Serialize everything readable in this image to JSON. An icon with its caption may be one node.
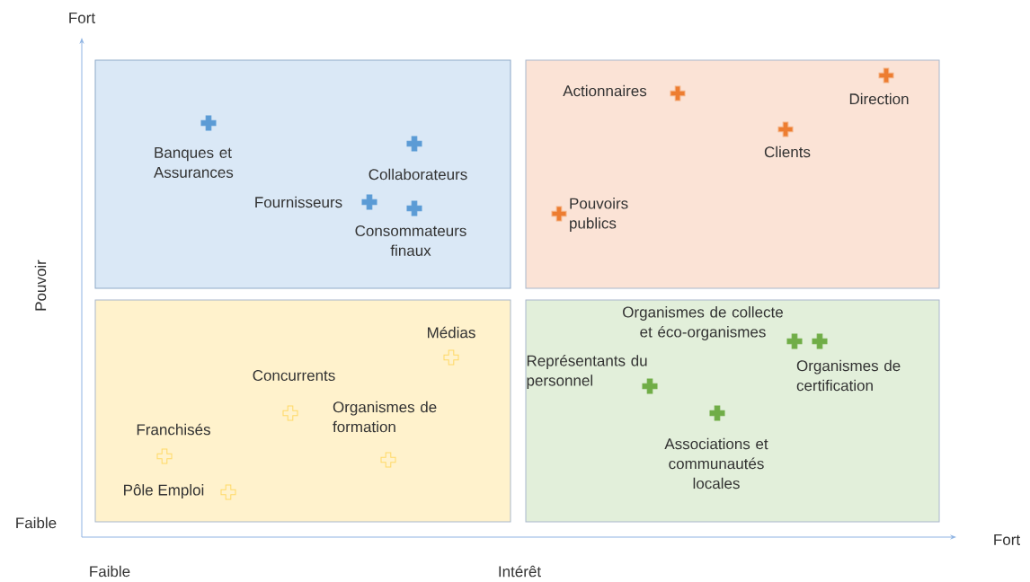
{
  "diagram": {
    "labels": [
      "Fort",
      "Banques et Assurances",
      "Collaborateurs",
      "Fournisseurs",
      "Consommateurs finaux",
      "Actionnaires",
      "Direction",
      "Clients",
      "Pouvoirs publics",
      "Pouvoir",
      "Organismes de collecte et éco-organismes",
      "Médias",
      "Représentants du personnel",
      "Organismes de certification",
      "Concurrents",
      "Organismes de formation",
      "Franchisés",
      "Associations et communautés locales",
      "Pôle Emploi",
      "Faible",
      "Fort",
      "Faible",
      "Intérêt"
    ]
  }
}
